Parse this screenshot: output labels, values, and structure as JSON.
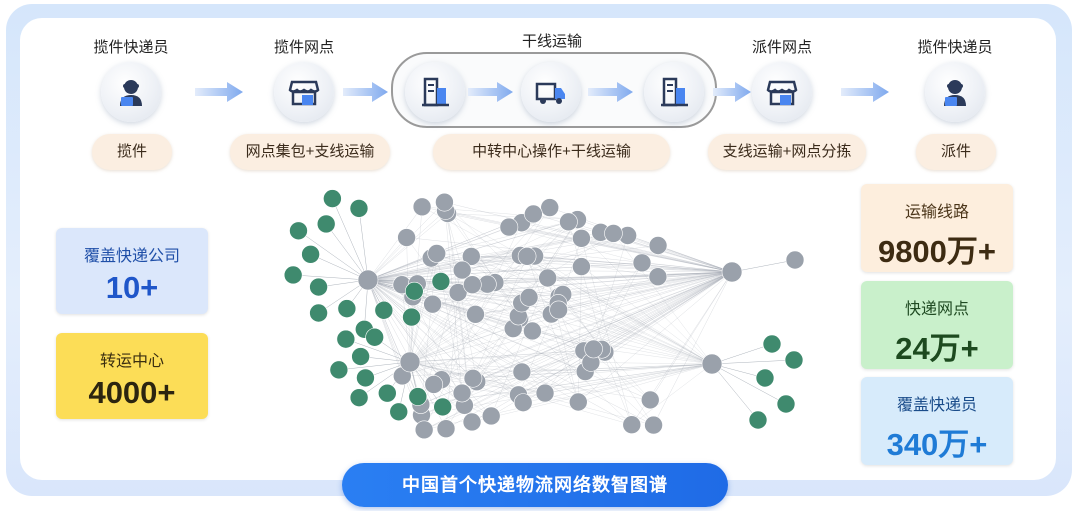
{
  "stages": [
    {
      "title": "揽件快递员",
      "icon": "courier-icon"
    },
    {
      "title": "揽件网点",
      "icon": "store-icon"
    },
    {
      "title": "派件网点",
      "icon": "store-icon"
    },
    {
      "title": "揽件快递员",
      "icon": "courier-icon"
    }
  ],
  "trunk": {
    "title": "干线运输",
    "icons": [
      "building-icon",
      "truck-icon",
      "building-icon"
    ]
  },
  "steps": [
    "揽件",
    "网点集包+支线运输",
    "中转中心操作+干线运输",
    "支线运输+网点分拣",
    "派件"
  ],
  "stats_left": [
    {
      "label": "覆盖快递公司",
      "value": "10+"
    },
    {
      "label": "转运中心",
      "value": "4000+"
    }
  ],
  "stats_right": [
    {
      "label": "运输线路",
      "value": "9800万+"
    },
    {
      "label": "快递网点",
      "value": "24万+"
    },
    {
      "label": "覆盖快递员",
      "value": "340万+"
    }
  ],
  "banner": "中国首个快递物流网络数智图谱",
  "colors": {
    "accent_blue": "#2a7ff3",
    "green_node": "#3f8a6e",
    "gray_node": "#9aa1ab",
    "pill_bg": "#fbeee1"
  }
}
